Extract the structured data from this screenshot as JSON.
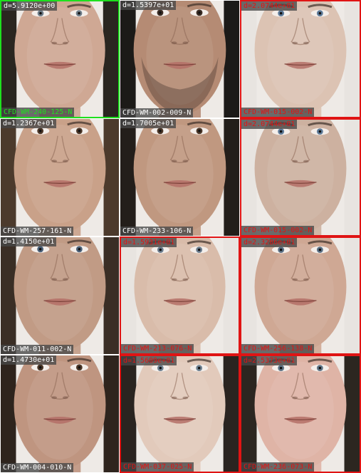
{
  "tiles": [
    {
      "distance": "d=5.9120e+00",
      "code": "CFD-WM-240-125-N",
      "state": "green",
      "hair": "#2a2620",
      "skin": "#cfa894",
      "eye": "#6d7c88",
      "beard": false
    },
    {
      "distance": "d=1.5397e+01",
      "code": "CFD-WM-002-009-N",
      "state": "none",
      "hair": "#1c1a18",
      "skin": "#b58b74",
      "eye": "#3b2c24",
      "beard": true
    },
    {
      "distance": "d=2.0744e+01",
      "code": "CFD-WM-015-002-N",
      "state": "red",
      "hair": "#e8e4e0",
      "skin": "#dcc3b3",
      "eye": "#5d7a98",
      "beard": false
    },
    {
      "distance": "d=1.2367e+01",
      "code": "CFD-WM-257-161-N",
      "state": "none",
      "hair": "#4c3a2c",
      "skin": "#c9a189",
      "eye": "#4a3526",
      "beard": false
    },
    {
      "distance": "d=1.7005e+01",
      "code": "CFD-WM-233-106-N",
      "state": "none",
      "hair": "#231e1a",
      "skin": "#c09880",
      "eye": "#4a3526",
      "beard": false
    },
    {
      "distance": "d=2.0744e+01",
      "code": "CFD-WM-015-002-N",
      "state": "red",
      "hair": "#e8e4e0",
      "skin": "#cdb1a0",
      "eye": "#5d7a98",
      "beard": false
    },
    {
      "distance": "d=1.4150e+01",
      "code": "CFD-WM-011-002-N",
      "state": "none",
      "hair": "#3a2e25",
      "skin": "#c19b85",
      "eye": "#4a6078",
      "beard": false
    },
    {
      "distance": "d=1.5931e+01",
      "code": "CFD-WM-213-076-N",
      "state": "red",
      "hair": "#e8e4e0",
      "skin": "#d9bcaa",
      "eye": "#6a7b8c",
      "beard": false
    },
    {
      "distance": "d=2.3286e+01",
      "code": "CFD-WM-256-138-N",
      "state": "red",
      "hair": "#e8e4e0",
      "skin": "#cfa894",
      "eye": "#5a6f84",
      "beard": false
    },
    {
      "distance": "d=1.4730e+01",
      "code": "CFD-WM-004-010-N",
      "state": "none",
      "hair": "#2e241d",
      "skin": "#bf9580",
      "eye": "#4a3526",
      "beard": false
    },
    {
      "distance": "d=1.5609e+01",
      "code": "CFD-WM-037-025-N",
      "state": "red",
      "hair": "#2a2420",
      "skin": "#e2cabb",
      "eye": "#6d8090",
      "beard": false
    },
    {
      "distance": "d=2.5373e+01",
      "code": "CFD-WM-236-073-N",
      "state": "red",
      "hair": "#2c2620",
      "skin": "#dfb4a6",
      "eye": "#5f7486",
      "beard": false
    }
  ]
}
